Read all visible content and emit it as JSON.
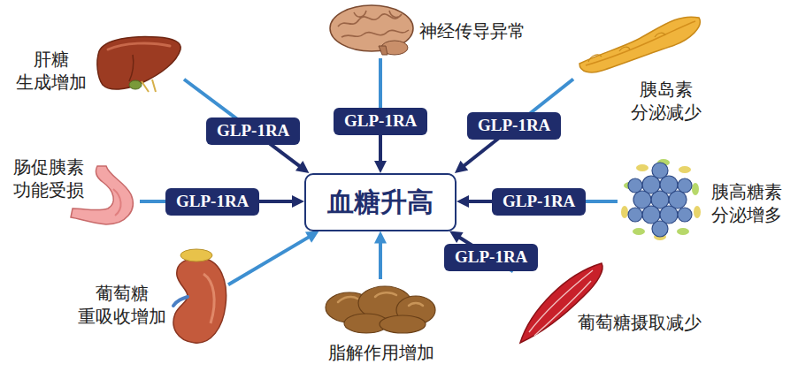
{
  "diagram": {
    "nodes": [
      {
        "text": [
          "肝糖 生成增加"
        ]
      },
      {
        "text": [
          "神经传导异常"
        ]
      },
      {
        "text": [
          "胰岛素 分泌减少"
        ]
      },
      {
        "text": [
          "肠促胰素 功能受损"
        ]
      },
      {
        "text": [
          "血糖升高"
        ]
      },
      {
        "text": [
          "胰高糖素 分泌增多"
        ]
      },
      {
        "text": [
          "葡萄糖 重吸收增加"
        ]
      },
      {
        "text": [
          "脂解作用增加"
        ]
      },
      {
        "text": [
          "葡萄糖摄取减少"
        ]
      }
    ],
    "edges": [
      {
        "from": 0,
        "to": 4,
        "label": "GLP-1RA",
        "arrow": "to"
      },
      {
        "from": 1,
        "to": 4,
        "label": "GLP-1RA",
        "arrow": "to"
      },
      {
        "from": 2,
        "to": 4,
        "label": "GLP-1RA",
        "arrow": "to"
      },
      {
        "from": 3,
        "to": 4,
        "label": "GLP-1RA",
        "arrow": "to"
      },
      {
        "from": 5,
        "to": 4,
        "label": "GLP-1RA",
        "arrow": "to"
      },
      {
        "from": 6,
        "to": 4,
        "arrow": "to"
      },
      {
        "from": 7,
        "to": 4,
        "arrow": "to"
      },
      {
        "from": 8,
        "to": 4,
        "label": "GLP-1RA",
        "arrow": "to"
      }
    ]
  }
}
